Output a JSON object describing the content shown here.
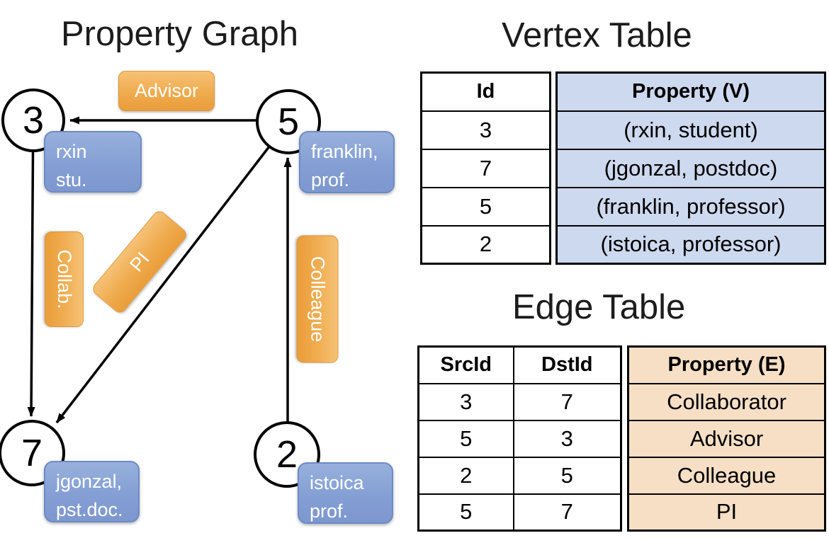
{
  "graph": {
    "title": "Property Graph",
    "nodes": [
      {
        "id": "3"
      },
      {
        "id": "5"
      },
      {
        "id": "7"
      },
      {
        "id": "2"
      }
    ],
    "edge_labels": {
      "advisor": "Advisor",
      "collab": "Collab.",
      "pi": "PI",
      "colleague": "Colleague"
    },
    "vertex_labels": {
      "n3": {
        "line1": "rxin",
        "line2": "stu."
      },
      "n5": {
        "line1": "franklin,",
        "line2": "prof."
      },
      "n7": {
        "line1": "jgonzal,",
        "line2": "pst.doc."
      },
      "n2": {
        "line1": "istoica",
        "line2": "prof."
      }
    }
  },
  "vertex_table": {
    "title": "Vertex Table",
    "headers": {
      "id": "Id",
      "property": "Property (V)"
    },
    "rows": [
      {
        "id": "3",
        "property": "(rxin, student)"
      },
      {
        "id": "7",
        "property": "(jgonzal, postdoc)"
      },
      {
        "id": "5",
        "property": "(franklin, professor)"
      },
      {
        "id": "2",
        "property": "(istoica, professor)"
      }
    ]
  },
  "edge_table": {
    "title": "Edge Table",
    "headers": {
      "src": "SrcId",
      "dst": "DstId",
      "property": "Property (E)"
    },
    "rows": [
      {
        "src": "3",
        "dst": "7",
        "property": "Collaborator"
      },
      {
        "src": "5",
        "dst": "3",
        "property": "Advisor"
      },
      {
        "src": "2",
        "dst": "5",
        "property": "Colleague"
      },
      {
        "src": "5",
        "dst": "7",
        "property": "PI"
      }
    ]
  },
  "colors": {
    "vertex_property_fill": "#cdd9ee",
    "edge_property_fill": "#f6dfc5",
    "edge_label_orange": "#eda33f",
    "vertex_label_blue": "#7d97cf",
    "line_black": "#000000"
  }
}
